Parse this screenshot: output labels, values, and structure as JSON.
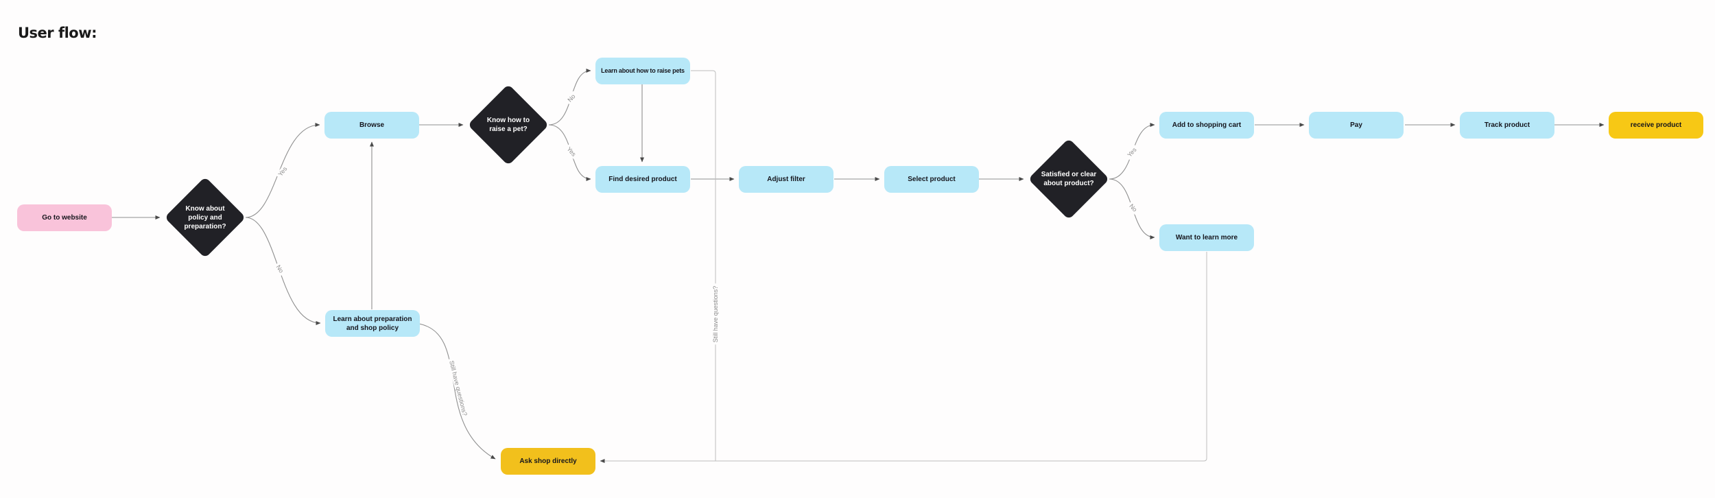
{
  "title": "User flow:",
  "colors": {
    "background": "#fefdfd",
    "process_fill": "#b7e8f8",
    "start_fill": "#f9c3da",
    "end_fill": "#f7c815",
    "action_fill": "#f2c01c",
    "decision_fill": "#212126",
    "node_text": "#15151c",
    "decision_text": "#ffffff",
    "edge_line": "#8f8f8f",
    "edge_line_light": "#bdbdbd",
    "edge_arrow": "#4a4a4a",
    "edge_label": "#8c8c8c",
    "title_color": "#1a1a1a"
  },
  "nodes": {
    "go_to_website": {
      "label": "Go to website",
      "type": "start"
    },
    "know_policy": {
      "label": "Know about policy and preparation?",
      "type": "decision"
    },
    "browse": {
      "label": "Browse",
      "type": "process"
    },
    "know_raise_pet": {
      "label": "Know how to raise a pet?",
      "type": "decision"
    },
    "learn_raise_pets": {
      "label": "Learn about how to raise pets",
      "type": "process"
    },
    "find_desired_product": {
      "label": "Find desired product",
      "type": "process"
    },
    "adjust_filter": {
      "label": "Adjust filter",
      "type": "process"
    },
    "select_product": {
      "label": "Select product",
      "type": "process"
    },
    "satisfied": {
      "label": "Satisfied or clear about product?",
      "type": "decision"
    },
    "add_to_cart": {
      "label": "Add to shopping cart",
      "type": "process"
    },
    "pay": {
      "label": "Pay",
      "type": "process"
    },
    "track_product": {
      "label": "Track product",
      "type": "process"
    },
    "receive_product": {
      "label": "receive product",
      "type": "end"
    },
    "want_learn_more": {
      "label": "Want to learn more",
      "type": "process"
    },
    "learn_preparation": {
      "label": "Learn about preparation and shop policy",
      "type": "process"
    },
    "ask_shop": {
      "label": "Ask shop directly",
      "type": "action"
    }
  },
  "edge_labels": {
    "yes": "Yes",
    "no": "No",
    "still_questions": "Still have questions?"
  }
}
